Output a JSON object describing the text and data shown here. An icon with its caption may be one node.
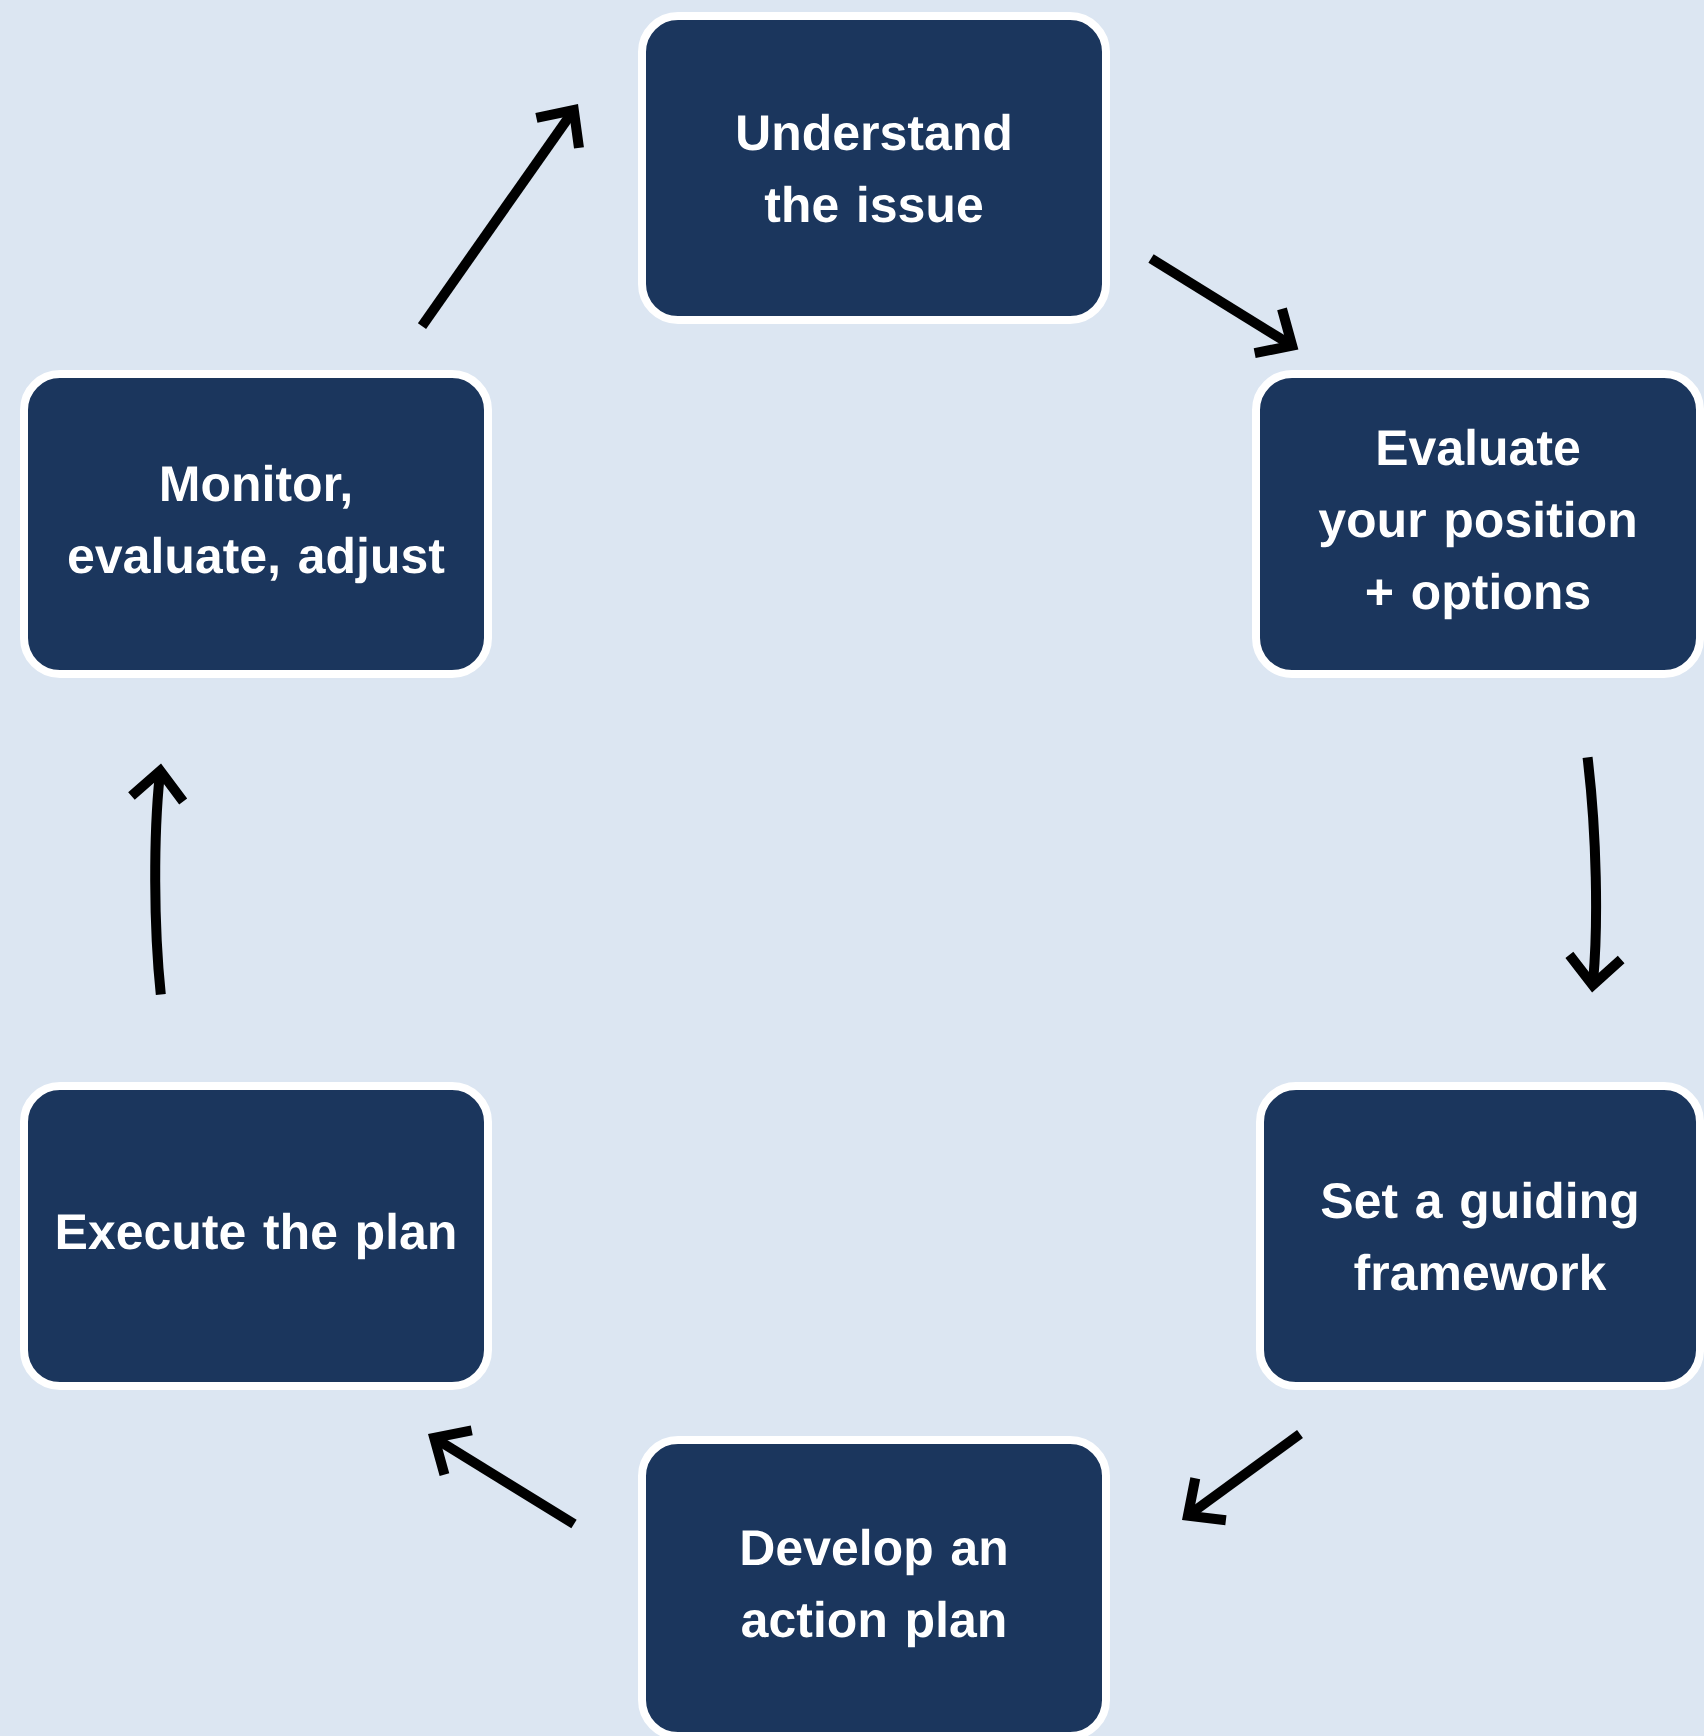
{
  "diagram": {
    "nodes": [
      {
        "text": [
          "Understand the issue"
        ]
      },
      {
        "text": [
          "Evaluate your position + options"
        ]
      },
      {
        "text": [
          "Set a guiding framework"
        ]
      },
      {
        "text": [
          "Develop an action plan"
        ]
      },
      {
        "text": [
          "Execute the plan"
        ]
      },
      {
        "text": [
          "Monitor, evaluate, adjust"
        ]
      }
    ],
    "edges": [
      {
        "from": 0,
        "to": 1,
        "arrow": "to"
      },
      {
        "from": 1,
        "to": 2,
        "arrow": "to"
      },
      {
        "from": 2,
        "to": 3,
        "arrow": "to"
      },
      {
        "from": 3,
        "to": 4,
        "arrow": "to"
      },
      {
        "from": 4,
        "to": 5,
        "arrow": "to"
      },
      {
        "from": 5,
        "to": 0,
        "arrow": "to"
      }
    ]
  }
}
